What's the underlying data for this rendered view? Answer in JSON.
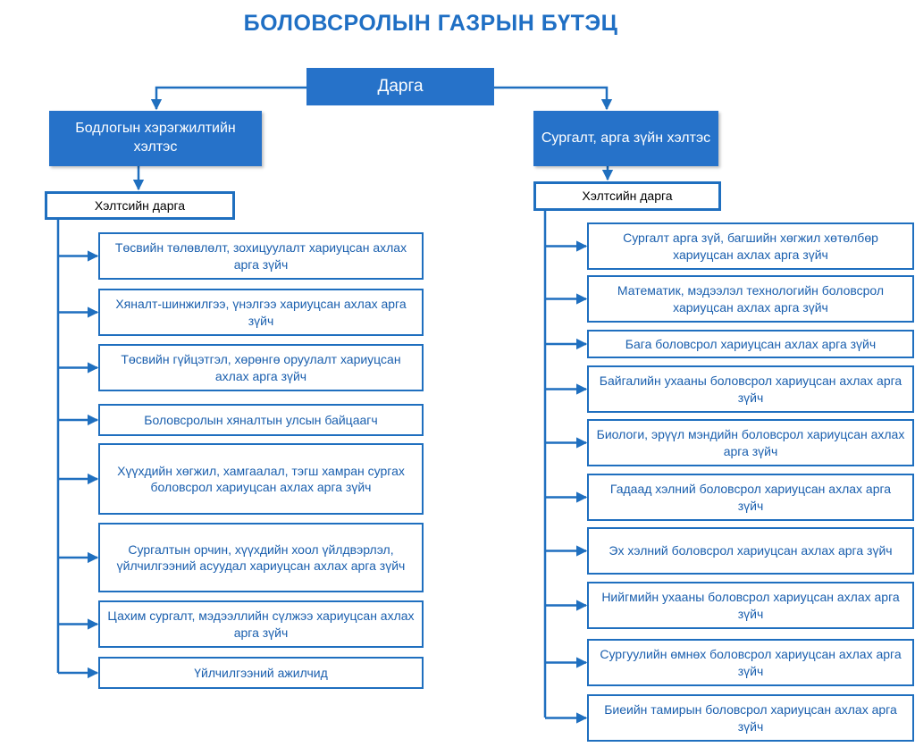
{
  "title": "БОЛОВСРОЛЫН ГАЗРЫН БҮТЭЦ",
  "colors": {
    "accent": "#2672c9",
    "line": "#1f6fbf",
    "title": "#1f6fc4",
    "item_text": "#1a5fae"
  },
  "head": "Дарга",
  "left": {
    "dept": "Бодлогын хэрэгжилтийн хэлтэс",
    "sub": "Хэлтсийн дарга",
    "items": [
      "Төсвийн төлөвлөлт, зохицуулалт хариуцсан ахлах арга зүйч",
      "Хяналт-шинжилгээ, үнэлгээ хариуцсан ахлах арга зүйч",
      "Төсвийн гүйцэтгэл, хөрөнгө оруулалт хариуцсан ахлах арга зүйч",
      "Боловсролын хяналтын улсын байцаагч",
      "Хүүхдийн хөгжил, хамгаалал, тэгш хамран сургах боловсрол хариуцсан ахлах арга зүйч",
      "Сургалтын орчин, хүүхдийн хоол үйлдвэрлэл, үйлчилгээний асуудал хариуцсан ахлах арга зүйч",
      "Цахим сургалт, мэдээллийн сүлжээ хариуцсан ахлах арга зүйч",
      "Үйлчилгээний ажилчид"
    ]
  },
  "right": {
    "dept": "Сургалт, арга зүйн хэлтэс",
    "sub": "Хэлтсийн дарга",
    "items": [
      "Сургалт арга зүй, багшийн хөгжил хөтөлбөр хариуцсан ахлах арга зүйч",
      "Математик, мэдээлэл технологийн боловсрол хариуцсан ахлах арга зүйч",
      "Бага боловсрол хариуцсан ахлах арга зүйч",
      "Байгалийн ухааны боловсрол хариуцсан ахлах арга зүйч",
      "Биологи, эрүүл мэндийн боловсрол хариуцсан ахлах арга зүйч",
      "Гадаад хэлний боловсрол хариуцсан ахлах арга зүйч",
      "Эх хэлний боловсрол хариуцсан ахлах арга зүйч",
      "Нийгмийн ухааны боловсрол хариуцсан ахлах арга зүйч",
      "Сургуулийн өмнөх боловсрол хариуцсан ахлах арга зүйч",
      "Биеийн тамирын боловсрол хариуцсан ахлах арга зүйч"
    ]
  }
}
